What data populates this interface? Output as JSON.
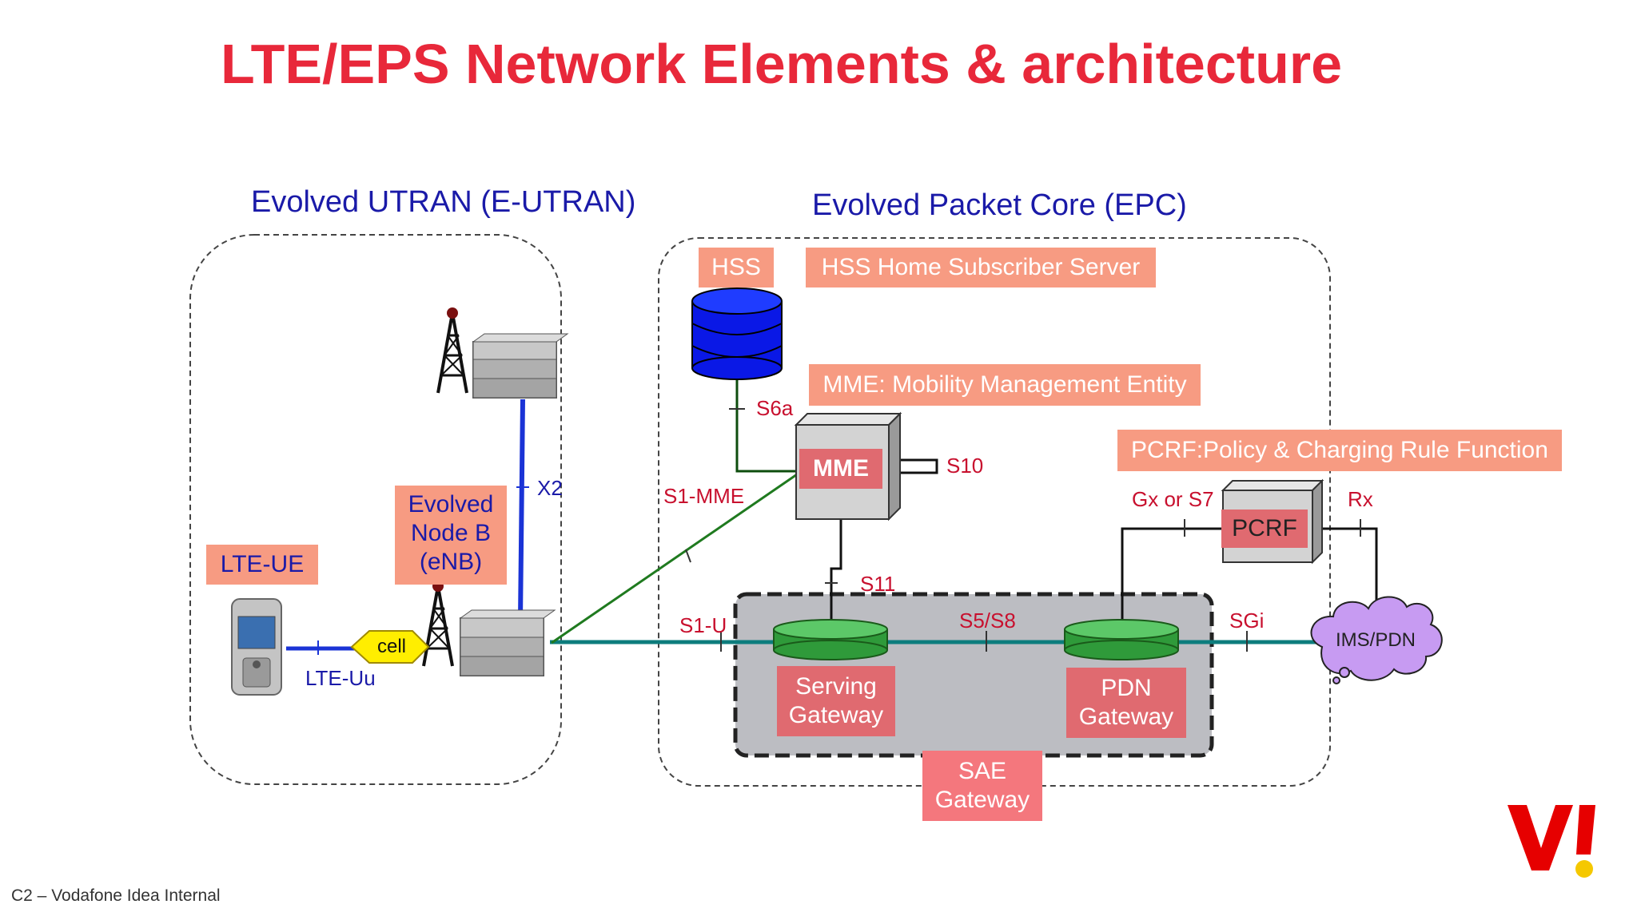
{
  "title": "LTE/EPS Network Elements & architecture",
  "eutran_label": "Evolved UTRAN (E-UTRAN)",
  "epc_label": "Evolved Packet Core (EPC)",
  "hss": {
    "label": "HSS",
    "description": "HSS Home Subscriber Server"
  },
  "mme": {
    "label": "MME",
    "description": "MME: Mobility Management Entity"
  },
  "pcrf": {
    "label": "PCRF",
    "description": "PCRF:Policy & Charging Rule Function"
  },
  "lte_ue": "LTE-UE",
  "enb": {
    "line1": "Evolved",
    "line2": "Node B",
    "line3": "(eNB)"
  },
  "cell": "cell",
  "serving_gateway": {
    "line1": "Serving",
    "line2": "Gateway"
  },
  "pdn_gateway": {
    "line1": "PDN",
    "line2": "Gateway"
  },
  "sae_gateway": {
    "line1": "SAE",
    "line2": "Gateway"
  },
  "ims_pdn": "IMS/PDN",
  "interfaces": {
    "x2": "X2",
    "lte_uu": "LTE-Uu",
    "s1_mme": "S1-MME",
    "s1_u": "S1-U",
    "s6a": "S6a",
    "s10": "S10",
    "s11": "S11",
    "s5_s8": "S5/S8",
    "sgi": "SGi",
    "gx_s7": "Gx or S7",
    "rx": "Rx"
  },
  "footer": "C2 – Vodafone Idea Internal",
  "logo_text": "VI",
  "colors": {
    "title": "#e8283a",
    "region_label": "#1a1aa8",
    "salmon": "#f79b82",
    "red_box": "#e06a70",
    "interface_label": "#c8102e",
    "teal_link": "#0d7d7d",
    "green_link": "#1f7a1f",
    "blue_link": "#1a33d6",
    "gateway_green": "#3fae4a",
    "ims_cloud": "#c79bf2",
    "logo_red": "#e60000",
    "logo_dot": "#f5c800"
  }
}
